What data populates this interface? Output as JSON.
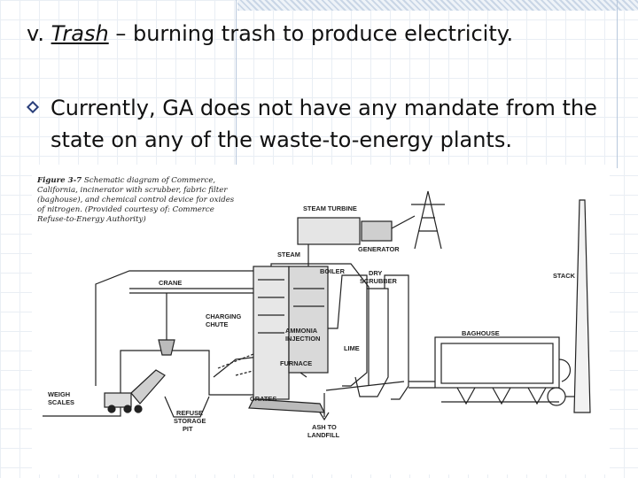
{
  "slide": {
    "title_prefix": "v. ",
    "title_term": "Trash",
    "title_rest": " – burning trash to produce electricity.",
    "bullet": "Currently, GA does not have any mandate from the state on any of the waste-to-energy plants."
  },
  "figure": {
    "caption_lead": "Figure 3-7",
    "caption_lines": [
      " Schematic diagram of Commerce,",
      "California, incinerator with scrubber, fabric filter",
      "(baghouse), and chemical control device for oxides",
      "of nitrogen. (Provided courtesy of: Commerce",
      "Refuse-to-Energy Authority)"
    ],
    "labels": {
      "steam_turbine": "STEAM TURBINE",
      "generator": "GENERATOR",
      "steam": "STEAM",
      "boiler": "BOILER",
      "dry_scrubber_1": "DRY",
      "dry_scrubber_2": "SCRUBBER",
      "stack": "STACK",
      "crane": "CRANE",
      "charging_chute_1": "CHARGING",
      "charging_chute_2": "CHUTE",
      "ammonia_1": "AMMONIA",
      "ammonia_2": "INJECTION",
      "lime": "LIME",
      "baghouse": "BAGHOUSE",
      "furnace": "FURNACE",
      "weigh_1": "WEIGH",
      "weigh_2": "SCALES",
      "grates": "GRATES",
      "refuse_1": "REFUSE",
      "refuse_2": "STORAGE",
      "refuse_3": "PIT",
      "ash_1": "ASH TO",
      "ash_2": "LANDFILL"
    }
  }
}
